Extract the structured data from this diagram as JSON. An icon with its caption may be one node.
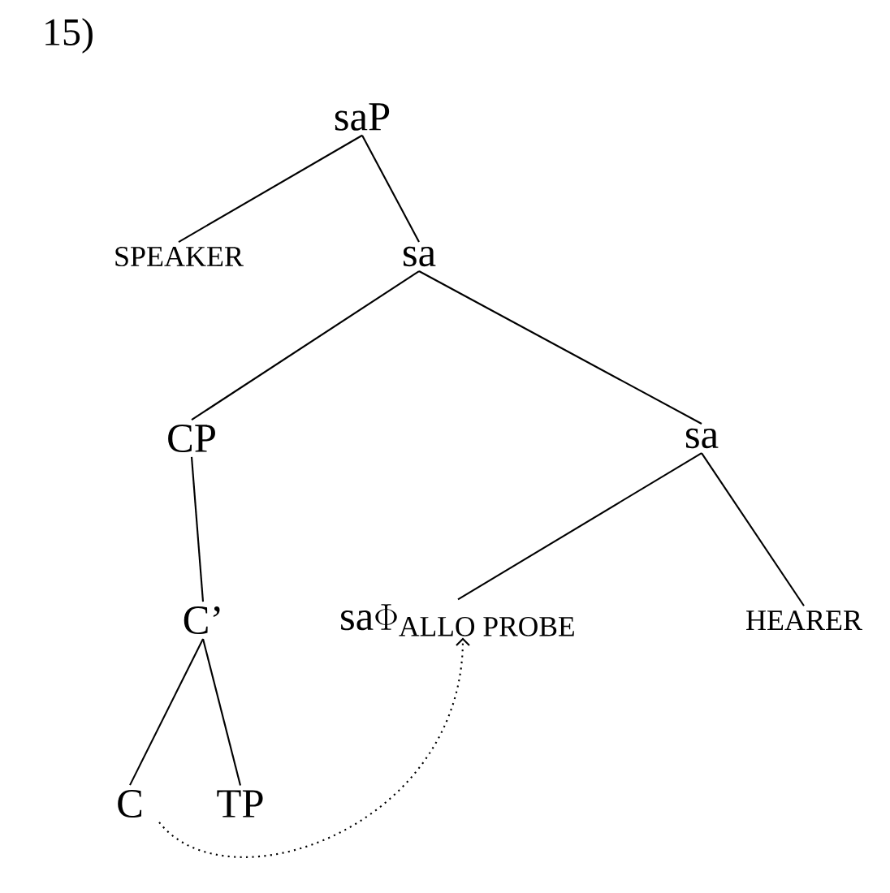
{
  "diagram": {
    "nodes": [
      {
        "text": [
          "saP"
        ]
      },
      {
        "text": [
          "SPEAKER"
        ]
      },
      {
        "text": [
          "sa"
        ]
      },
      {
        "text": [
          "CP"
        ]
      },
      {
        "text": [
          "sa"
        ]
      },
      {
        "text": [
          "C’"
        ]
      },
      {
        "text": [
          "\\text{sa}\\Phi_{\\text{ALLO PROBE}}"
        ]
      },
      {
        "text": [
          "HEARER"
        ]
      },
      {
        "text": [
          "C"
        ]
      },
      {
        "text": [
          "TP"
        ]
      }
    ],
    "edges": [
      {
        "from": 0,
        "to": 1,
        "arrow": "none"
      },
      {
        "from": 0,
        "to": 2,
        "arrow": "none"
      },
      {
        "from": 2,
        "to": 3,
        "arrow": "none"
      },
      {
        "from": 2,
        "to": 4,
        "arrow": "none"
      },
      {
        "from": 3,
        "to": 5,
        "arrow": "none"
      },
      {
        "from": 4,
        "to": 6,
        "arrow": "none"
      },
      {
        "from": 4,
        "to": 7,
        "arrow": "none"
      },
      {
        "from": 5,
        "to": 8,
        "arrow": "none"
      },
      {
        "from": 5,
        "to": 9,
        "arrow": "none"
      },
      {
        "from": 8,
        "to": 6,
        "arrow": "to",
        "style": "dashed"
      }
    ],
    "labels": [
      "15)"
    ]
  }
}
